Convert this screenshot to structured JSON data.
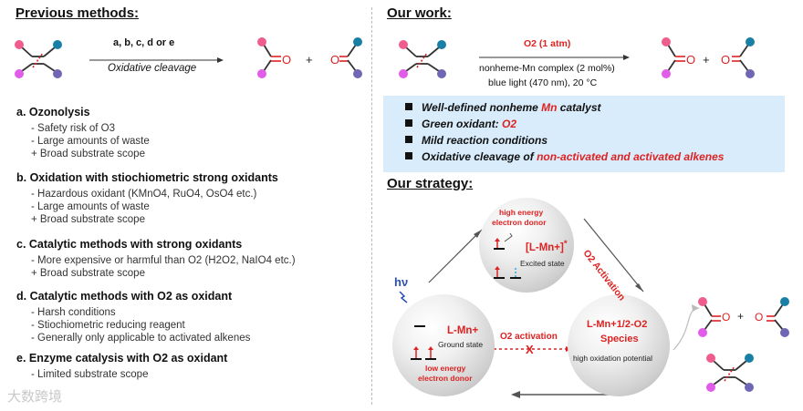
{
  "left": {
    "heading": "Previous methods:",
    "reaction": {
      "reagents": "a, b, c, d or e",
      "condition": "Oxidative cleavage",
      "plus": "+",
      "carbonyl": "O"
    },
    "items": [
      {
        "title": "a. Ozonolysis",
        "lines": [
          "- Safety risk of O3",
          "- Large amounts of waste",
          "+ Broad substrate scope"
        ]
      },
      {
        "title": "b. Oxidation with stiochiometric strong oxidants",
        "lines": [
          "- Hazardous oxidant (KMnO4, RuO4, OsO4 etc.)",
          "- Large amounts of waste",
          "+ Broad substrate scope"
        ]
      },
      {
        "title": "c. Catalytic methods with strong oxidants",
        "lines": [
          "- More expensive or harmful than O2 (H2O2, NaIO4 etc.)",
          "+ Broad substrate scope"
        ]
      },
      {
        "title": "d. Catalytic methods with O2 as oxidant",
        "lines": [
          "- Harsh conditions",
          "- Stiochiometric reducing reagent",
          "- Generally only applicable to activated alkenes"
        ]
      },
      {
        "title": "e. Enzyme catalysis with O2 as oxidant",
        "lines": [
          "- Limited substrate scope"
        ]
      }
    ]
  },
  "right": {
    "heading": "Our work:",
    "reaction": {
      "above": "O2 (1 atm)",
      "below1": "nonheme-Mn complex (2 mol%)",
      "below2": "blue light (470 nm), 20 °C",
      "plus": "+",
      "carbonyl": "O"
    },
    "features": [
      {
        "text": "Well-defined nonheme ",
        "red": "Mn",
        "rest": " catalyst"
      },
      {
        "text": "Green oxidant: ",
        "red": "O2",
        "rest": ""
      },
      {
        "text": "Mild reaction conditions",
        "red": "",
        "rest": ""
      },
      {
        "text": "Oxidative cleavage of ",
        "red": "non-activated and activated alkenes",
        "rest": ""
      }
    ],
    "strategy": {
      "heading": "Our strategy:",
      "top_sphere": {
        "title1": "high energy",
        "title2": "electron donor",
        "species": "L-Mn+",
        "star": "*",
        "state": "Excited state"
      },
      "left_sphere": {
        "species": "L-Mn+",
        "state": "Ground state",
        "donor1": "low energy",
        "donor2": "electron donor"
      },
      "right_sphere": {
        "species1": "L-Mn+1/2-O2",
        "species2": "Species",
        "desc": "high oxidation potential"
      },
      "hv": "hν",
      "o2_activation_top": "O2 Activation",
      "o2_activation_mid": "O2 activation",
      "cross": "X",
      "plus": "+",
      "carbonyl": "O"
    }
  },
  "watermark": "大数跨境",
  "colors": {
    "red": "#dd2222",
    "blue_box": "#d9ecfb",
    "pink": "#ef5d8c",
    "teal": "#1a7fa5",
    "magenta": "#e15ce8",
    "purple": "#7067b4",
    "dark_red": "#c23a3a"
  }
}
